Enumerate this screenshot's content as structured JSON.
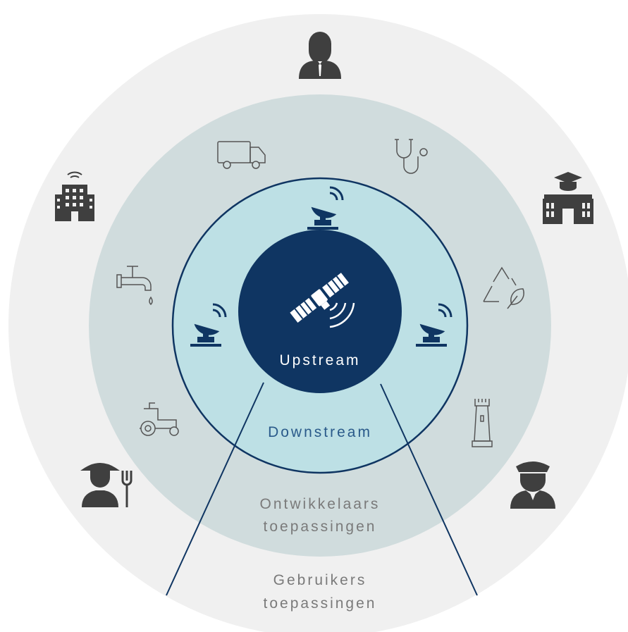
{
  "labels": {
    "core": "Upstream",
    "ring1": "Downstream",
    "ring2_line1": "Ontwikkelaars",
    "ring2_line2": "toepassingen",
    "ring3_line1": "Gebruikers",
    "ring3_line2": "toepassingen"
  },
  "colors": {
    "outer_ring": "#f0f0f0",
    "middle_ring": "#d0dcdd",
    "inner_ring": "#bde0e5",
    "core": "#0f3562",
    "stroke": "#0f3562",
    "icon_dark": "#3f3f3f",
    "icon_line": "#555555",
    "muted_text": "#7a7a7a",
    "accent_text": "#2a5a8a"
  },
  "icons": {
    "core": "satellite-icon",
    "ground_stations": [
      "satellite-dish-icon",
      "satellite-dish-icon",
      "satellite-dish-icon"
    ],
    "developer_apps": [
      "delivery-truck-icon",
      "stethoscope-icon",
      "recycle-leaf-icon",
      "lighthouse-icon",
      "tractor-icon",
      "water-tap-icon"
    ],
    "user_groups": [
      "businessman-icon",
      "university-icon",
      "police-officer-icon",
      "farmer-icon",
      "smart-building-icon"
    ]
  }
}
